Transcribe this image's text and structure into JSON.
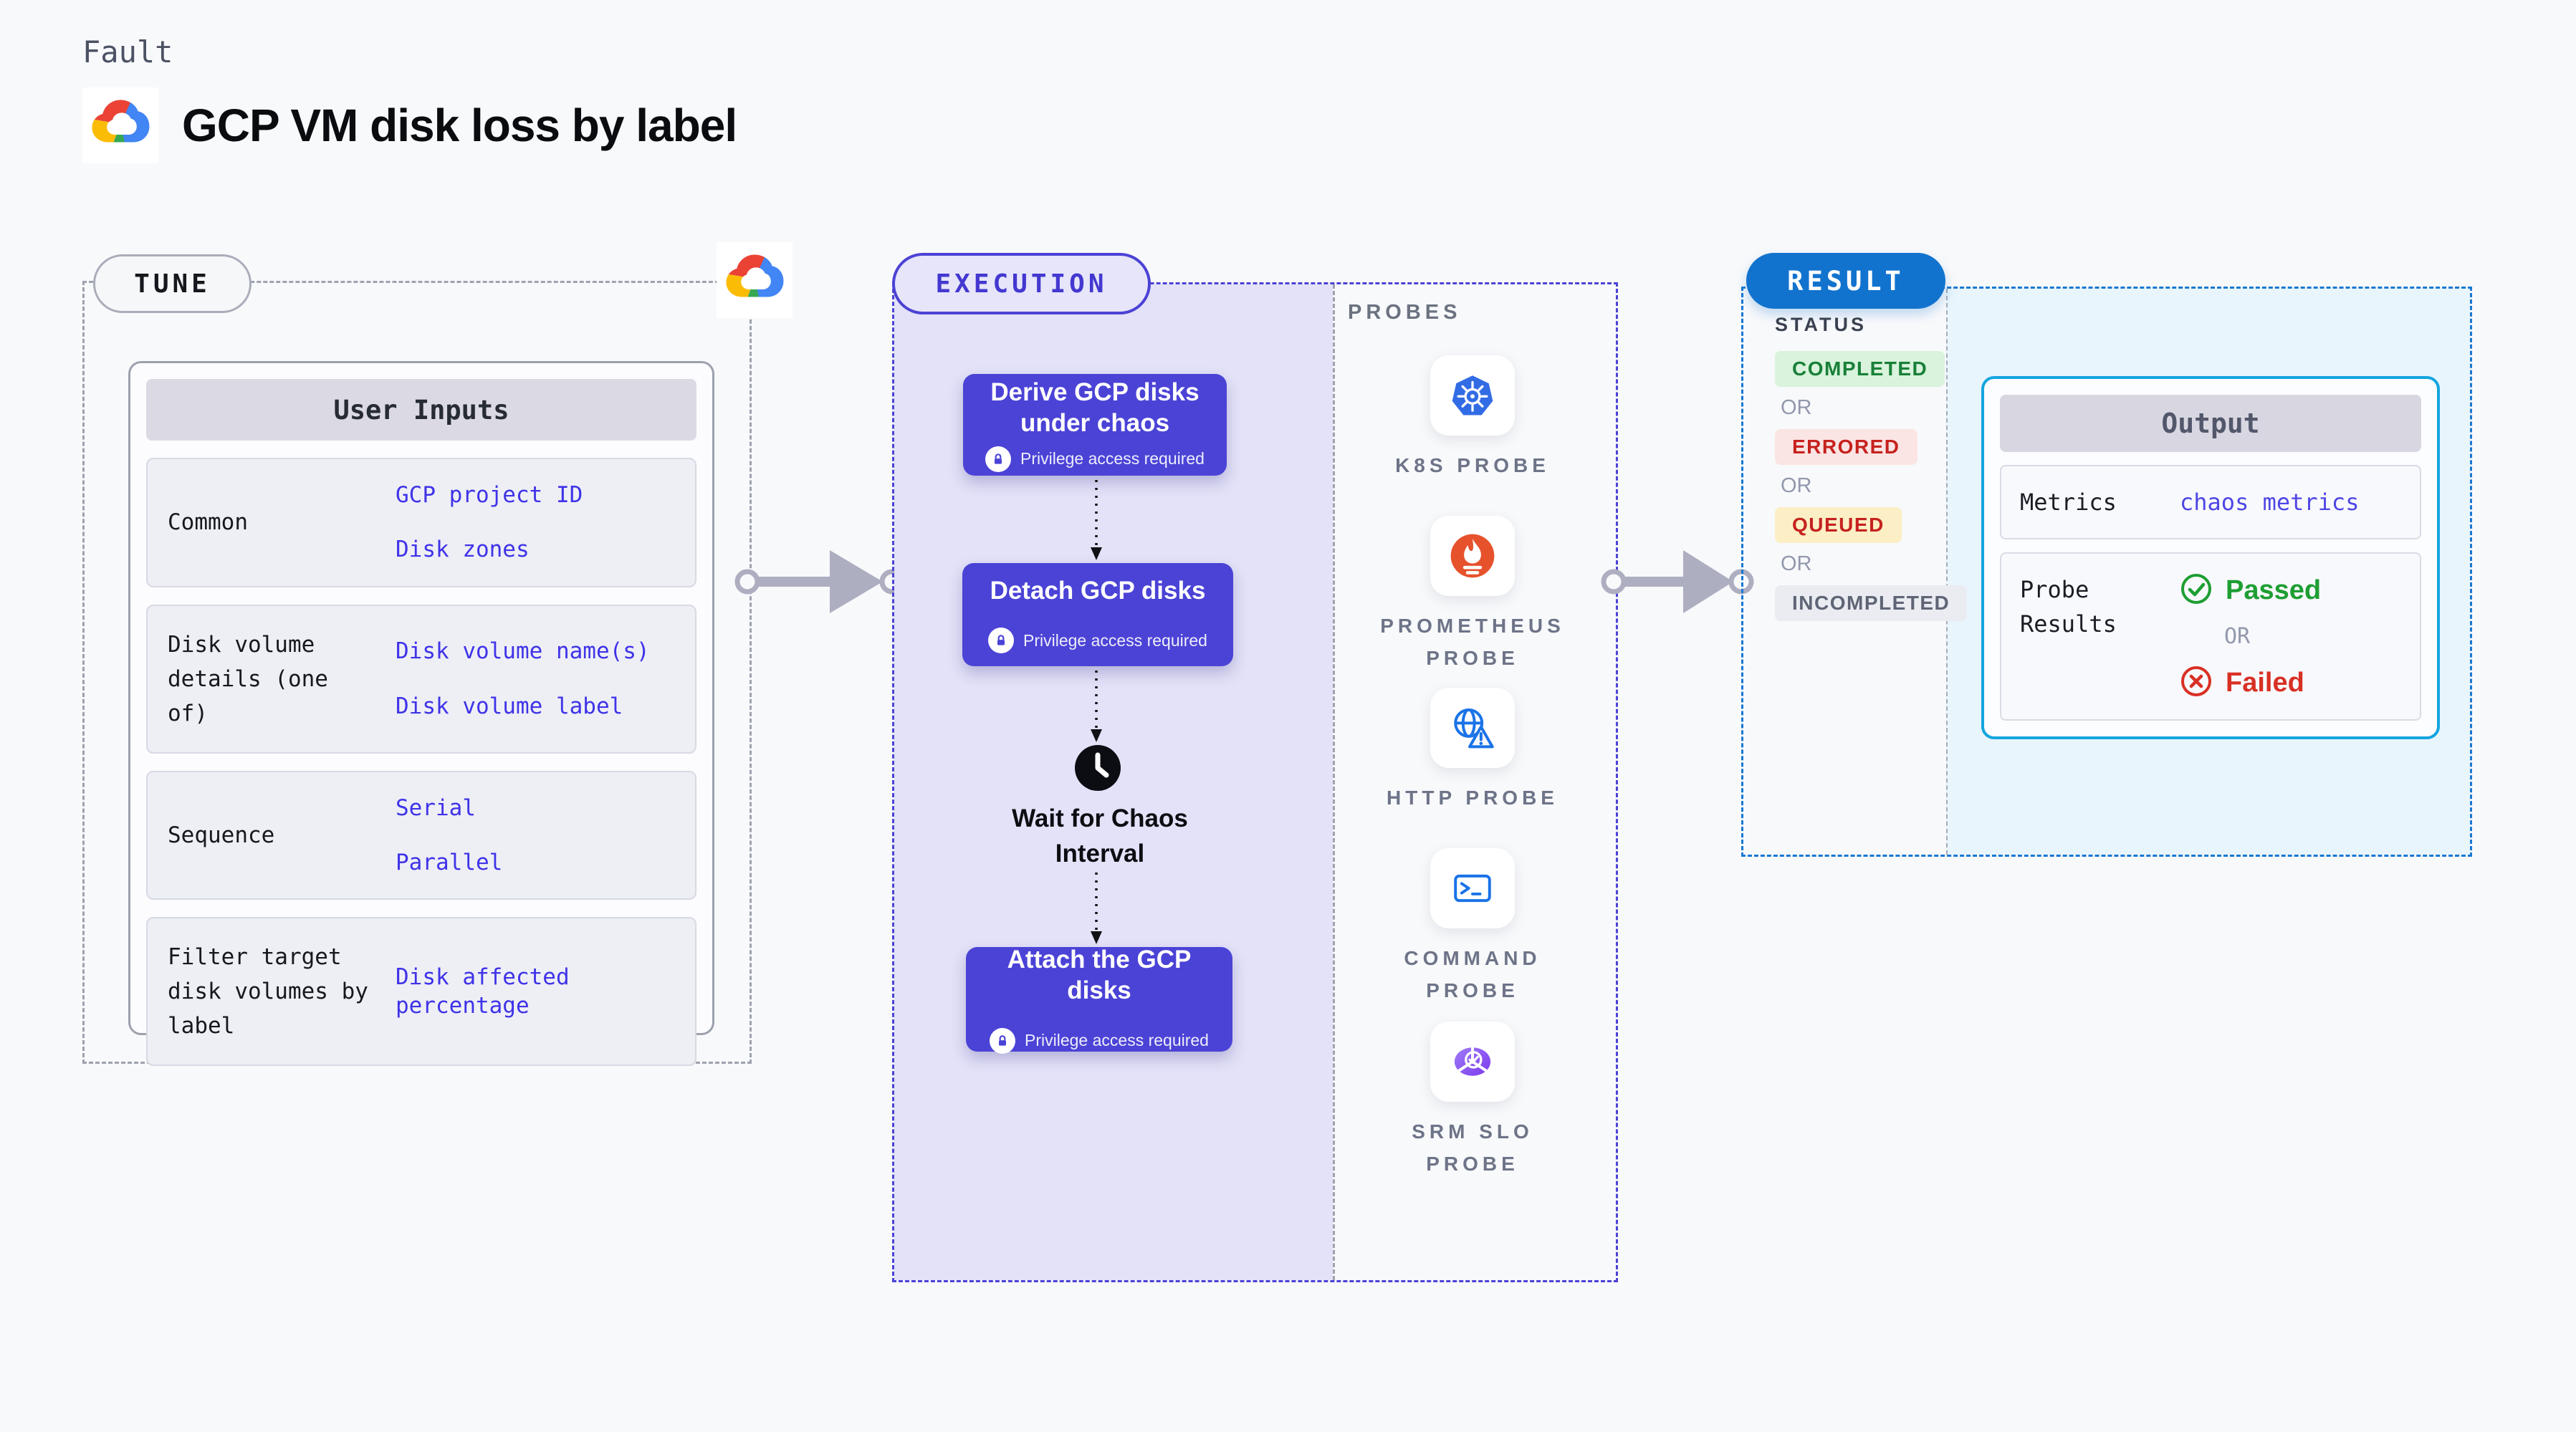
{
  "page": {
    "kind_label": "Fault",
    "title": "GCP VM disk loss by label"
  },
  "colors": {
    "page_bg": "#F8F9FB",
    "accent_indigo": "#4B43D6",
    "execution_bg": "#E3E2F8",
    "execution_border": "#4C43D5",
    "tune_border": "#9DA2AF",
    "result_border": "#1778D2",
    "result_pill_blue": "#1273CE",
    "result_bg": "#E8F5FC",
    "output_border": "#14A5DF",
    "input_value_blue": "#3F33E8",
    "metrics_value_blue": "#4F46E5",
    "completed_green": "#188038",
    "errored_red": "#C5221F",
    "passed_green": "#1E9E33",
    "failed_red": "#D93025",
    "pink_badge": "#F9558A",
    "arrow_gray": "#ADAEC0"
  },
  "tune": {
    "badge": "TUNE",
    "table": {
      "header": "User Inputs",
      "rows": [
        {
          "label": "Common",
          "values": [
            "GCP project ID",
            "Disk zones"
          ]
        },
        {
          "label": "Disk volume details (one of)",
          "values": [
            "Disk volume name(s)",
            "Disk volume label"
          ]
        },
        {
          "label": "Sequence",
          "values": [
            "Serial",
            "Parallel"
          ]
        },
        {
          "label": "Filter target disk volumes by label",
          "values": [
            "Disk affected percentage"
          ]
        }
      ]
    }
  },
  "execution": {
    "badge": "EXECUTION",
    "nodes": [
      {
        "title": "Derive GCP disks under chaos",
        "note": "Privilege access required"
      },
      {
        "title": "Detach GCP disks",
        "note": "Privilege access required"
      },
      {
        "title": "Attach the GCP disks",
        "note": "Privilege access required"
      }
    ],
    "wait_label": "Wait for Chaos Interval"
  },
  "probes": {
    "heading": "PROBES",
    "items": [
      {
        "icon": "kubernetes-icon",
        "label": "K8S PROBE"
      },
      {
        "icon": "prometheus-icon",
        "label": "PROMETHEUS PROBE"
      },
      {
        "icon": "globe-warning-icon",
        "label": "HTTP PROBE"
      },
      {
        "icon": "terminal-icon",
        "label": "COMMAND PROBE"
      },
      {
        "icon": "slo-gauge-icon",
        "label": "SRM SLO PROBE"
      }
    ]
  },
  "result": {
    "badge": "RESULT",
    "status_heading": "STATUS",
    "or_label": "OR",
    "statuses": [
      {
        "label": "COMPLETED",
        "kind": "success"
      },
      {
        "label": "ERRORED",
        "kind": "error"
      },
      {
        "label": "QUEUED",
        "kind": "warning"
      },
      {
        "label": "INCOMPLETED",
        "kind": "neutral"
      }
    ],
    "output": {
      "header": "Output",
      "metrics_label": "Metrics",
      "metrics_value": "chaos metrics",
      "probe_results_label": "Probe Results",
      "passed_label": "Passed",
      "failed_label": "Failed"
    }
  }
}
